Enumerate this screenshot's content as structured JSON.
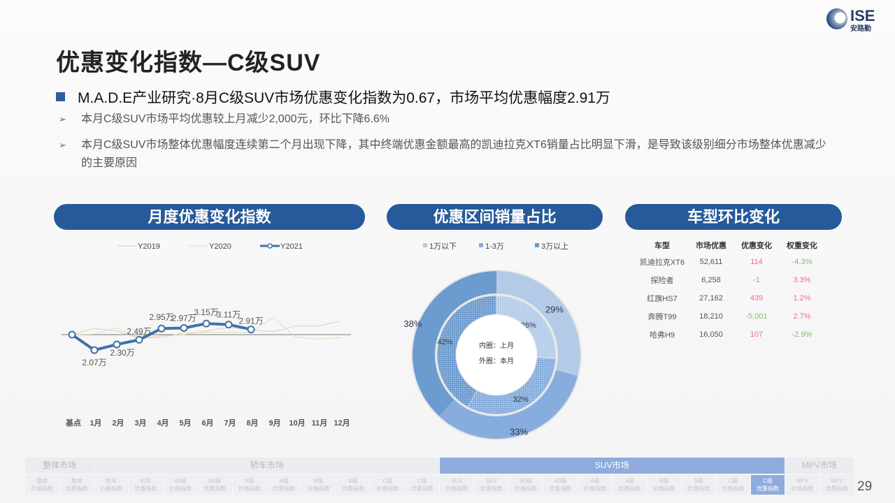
{
  "header": {
    "title": "优惠变化指数—C级SUV",
    "logo_text": "ISE",
    "logo_sub": "安路勤"
  },
  "summary": {
    "main": "M.A.D.E产业研究·8月C级SUV市场优惠变化指数为0.67，市场平均优惠幅度2.91万",
    "points": [
      "本月C级SUV市场平均优惠较上月减少2,000元，环比下降6.6%",
      "本月C级SUV市场整体优惠幅度连续第二个月出现下降，其中终端优惠金额最高的凯迪拉克XT6销量占比明显下滑，是导致该级别细分市场整体优惠减少的主要原因"
    ]
  },
  "panels": {
    "line": "月度优惠变化指数",
    "donut": "优惠区间销量占比",
    "table": "车型环比变化"
  },
  "chart_data": [
    {
      "type": "line",
      "title": "月度优惠变化指数",
      "categories": [
        "基点",
        "1月",
        "2月",
        "3月",
        "4月",
        "5月",
        "6月",
        "7月",
        "8月",
        "9月",
        "10月",
        "11月",
        "12月"
      ],
      "series": [
        {
          "name": "Y2019",
          "color": "#f2c4c4",
          "values": [
            2.7,
            2.95,
            2.85,
            2.55,
            2.65,
            2.7,
            2.85,
            3.0,
            2.9,
            2.82,
            3.05,
            3.05,
            3.25
          ]
        },
        {
          "name": "Y2020",
          "color": "#d8e0b8",
          "values": [
            2.7,
            2.72,
            2.98,
            2.55,
            2.58,
            2.78,
            2.8,
            2.8,
            2.8,
            3.4,
            2.6,
            2.52,
            2.58
          ]
        },
        {
          "name": "Y2021",
          "color": "#3f72a8",
          "values": [
            2.7,
            2.07,
            2.3,
            2.49,
            2.95,
            2.97,
            3.15,
            3.11,
            2.91
          ],
          "labels": [
            "",
            "2.07万",
            "2.30万",
            "2.49万",
            "2.95万",
            "2.97万",
            "3.15万",
            "3.11万",
            "2.91万"
          ]
        }
      ],
      "baseline": 2.7
    },
    {
      "type": "pie",
      "title": "优惠区间销量占比",
      "categories": [
        "1万以下",
        "1-3万",
        "3万以上"
      ],
      "colors": [
        "#b4cbe8",
        "#86addd",
        "#6c9bcf"
      ],
      "series": [
        {
          "name": "外圈：本月",
          "values": [
            29,
            33,
            38
          ],
          "labels": [
            "29%",
            "33%",
            "38%"
          ]
        },
        {
          "name": "内圈：上月",
          "values": [
            26,
            32,
            42
          ],
          "labels": [
            "26%",
            "32%",
            "42%"
          ]
        }
      ],
      "center_text": [
        "内圈：上月",
        "外圈：本月"
      ]
    },
    {
      "type": "table",
      "title": "车型环比变化",
      "columns": [
        "车型",
        "市场优惠",
        "优惠变化",
        "权重变化"
      ],
      "rows": [
        [
          "凯迪拉克XT6",
          "52,611",
          "114",
          "-4.3%"
        ],
        [
          "探险者",
          "6,258",
          "-1",
          "3.3%"
        ],
        [
          "红旗HS7",
          "27,162",
          "439",
          "1.2%"
        ],
        [
          "奔腾T99",
          "18,210",
          "-5,001",
          "2.7%"
        ],
        [
          "哈弗H9",
          "16,050",
          "107",
          "-2.9%"
        ]
      ]
    }
  ],
  "nav": {
    "groups": [
      {
        "label": "整体市场",
        "span": 2
      },
      {
        "label": "轿车市场",
        "span": 10
      },
      {
        "label": "SUV市场",
        "span": 10,
        "active": true
      },
      {
        "label": "MPV市场",
        "span": 2
      }
    ],
    "items": [
      [
        "整体",
        "价格指数"
      ],
      [
        "整体",
        "优惠指数"
      ],
      [
        "轿车",
        "价格指数"
      ],
      [
        "轿车",
        "优惠指数"
      ],
      [
        "A0级",
        "价格指数"
      ],
      [
        "A0级",
        "优惠指数"
      ],
      [
        "A级",
        "价格指数"
      ],
      [
        "A级",
        "优惠指数"
      ],
      [
        "B级",
        "价格指数"
      ],
      [
        "B级",
        "优惠指数"
      ],
      [
        "C级",
        "价格指数"
      ],
      [
        "C级",
        "优惠指数"
      ],
      [
        "SUV",
        "价格指数"
      ],
      [
        "SUV",
        "优惠指数"
      ],
      [
        "A0级",
        "价格指数"
      ],
      [
        "A0级",
        "优惠指数"
      ],
      [
        "A级",
        "价格指数"
      ],
      [
        "A级",
        "优惠指数"
      ],
      [
        "B级",
        "价格指数"
      ],
      [
        "B级",
        "优惠指数"
      ],
      [
        "C级",
        "价格指数"
      ],
      [
        "C级",
        "优惠指数"
      ],
      [
        "MPV",
        "价格指数"
      ],
      [
        "MPV",
        "优惠指数"
      ]
    ],
    "active_index": 21
  },
  "page_number": "29",
  "colors": {
    "accent": "#265a9a",
    "positive": "#e8737a",
    "negative": "#7fbf5a"
  }
}
